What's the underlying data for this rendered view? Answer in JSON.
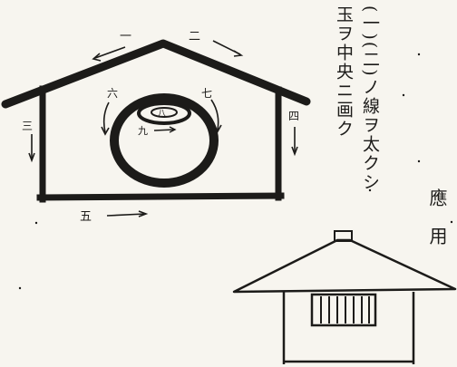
{
  "instructions": {
    "line1": "(一)(二)ノ線ヲ太クシ",
    "line2": "玉ヲ中央ニ画ク"
  },
  "application_label": "應用",
  "stroke_labels": {
    "s1": "一",
    "s2": "二",
    "s3": "三",
    "s4": "四",
    "s5": "五",
    "s6": "六",
    "s7": "七",
    "s8": "八",
    "s9": "九"
  },
  "colors": {
    "ink": "#1c1b19",
    "paper": "#f7f5ef"
  }
}
